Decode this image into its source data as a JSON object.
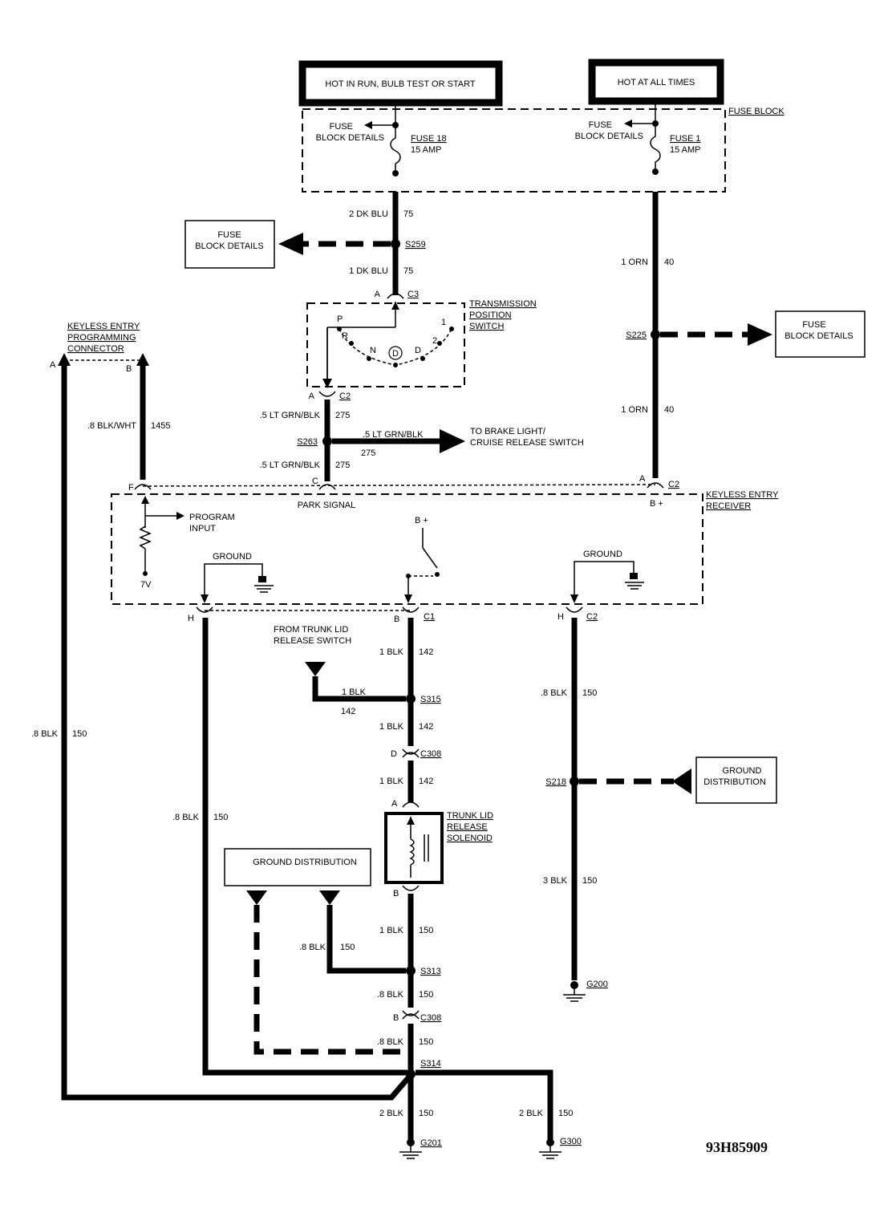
{
  "headers": {
    "hot_run": "HOT IN RUN, BULB TEST OR START",
    "hot_always": "HOT AT ALL TIMES"
  },
  "fuse_block": {
    "title": "FUSE BLOCK",
    "fuse18_name": "FUSE 18",
    "fuse18_amp": "15 AMP",
    "fuse1_name": "FUSE 1",
    "fuse1_amp": "15 AMP",
    "details_left": [
      "FUSE",
      "BLOCK DETAILS"
    ],
    "details_right": [
      "FUSE",
      "BLOCK DETAILS"
    ]
  },
  "side_boxes": {
    "fuse_left": [
      "FUSE",
      "BLOCK DETAILS"
    ],
    "fuse_right": [
      "FUSE",
      "BLOCK DETAILS"
    ],
    "ground_dist_right": [
      "GROUND",
      "DISTRIBUTION"
    ],
    "ground_dist_left": "GROUND DISTRIBUTION"
  },
  "wires": {
    "w_2dkblu": "2 DK BLU",
    "w_75a": "75",
    "w_1dkblu": "1 DK BLU",
    "w_75b": "75",
    "w_1orn_a": "1 ORN",
    "w_40a": "40",
    "w_1orn_b": "1 ORN",
    "w_40b": "40",
    "w_ltgrn_a": ".5 LT GRN/BLK",
    "w_275a": "275",
    "w_ltgrn_b": ".5 LT GRN/BLK",
    "w_275b": "275",
    "w_ltgrn_c": ".5 LT GRN/BLK",
    "w_275c": "275",
    "w_blkwht": ".8 BLK/WHT",
    "w_1455": "1455",
    "w_8blk_far": ".8 BLK",
    "w_150_far": "150",
    "w_8blk_h": ".8 BLK",
    "w_150_h": "150",
    "w_1blk_a": "1 BLK",
    "w_142a": "142",
    "w_1blk_b": "1 BLK",
    "w_142b": "142",
    "w_1blk_c": "1 BLK",
    "w_142c": "142",
    "w_1blk_d": "1 BLK",
    "w_142d": "142",
    "w_1blk_e": "1 BLK",
    "w_150e": "150",
    "w_8blk_f": ".8 BLK",
    "w_150f": "150",
    "w_8blk_g": ".8 BLK",
    "w_150g": "150",
    "w_8blk_h2": ".8 BLK",
    "w_150h2": "150",
    "w_8blk_r": ".8 BLK",
    "w_150r": "150",
    "w_3blk": "3 BLK",
    "w_150_3": "150",
    "w_2blk_a": "2 BLK",
    "w_150_2a": "150",
    "w_2blk_b": "2 BLK",
    "w_150_2b": "150"
  },
  "splices": {
    "s259": "S259",
    "s225": "S225",
    "s263": "S263",
    "s315": "S315",
    "s218": "S218",
    "s313": "S313",
    "s314": "S314"
  },
  "connectors": {
    "c3": "C3",
    "c2_top": "C2",
    "c2_recv": "C2",
    "c1": "C1",
    "c2_h": "C2",
    "c308_a": "C308",
    "c308_b": "C308",
    "pin_a_c3": "A",
    "pin_a_c2": "A",
    "pin_c": "C",
    "pin_f": "F",
    "pin_a_recv": "A",
    "pin_bplus": "B +",
    "pin_h_left": "H",
    "pin_b_c1": "B",
    "pin_h_right": "H",
    "pin_d": "D",
    "pin_a_sol": "A",
    "pin_b_sol": "B",
    "pin_b_c308": "B",
    "pin_a_prog": "A",
    "pin_b_prog": "B"
  },
  "components": {
    "trans_switch": [
      "TRANSMISSION",
      "POSITION",
      "SWITCH"
    ],
    "keyless_prog": [
      "KEYLESS ENTRY",
      "PROGRAMMING",
      "CONNECTOR"
    ],
    "keyless_recv": [
      "KEYLESS ENTRY",
      "RECEIVER"
    ],
    "park_signal": "PARK SIGNAL",
    "program_input": [
      "PROGRAM",
      "INPUT"
    ],
    "v7": "7V",
    "ground1": "GROUND",
    "ground2": "GROUND",
    "bplus": "B +",
    "trunk_switch": [
      "FROM TRUNK LID",
      "RELEASE SWITCH"
    ],
    "solenoid": [
      "TRUNK LID",
      "RELEASE",
      "SOLENOID"
    ],
    "brake_switch": [
      "TO BRAKE LIGHT/",
      "CRUISE RELEASE SWITCH"
    ],
    "gear_p": "P",
    "gear_r": "R",
    "gear_n": "N",
    "gear_d": "D",
    "gear_d2": "D",
    "gear_2": "2",
    "gear_1": "1"
  },
  "grounds": {
    "g201": "G201",
    "g300": "G300",
    "g200": "G200"
  },
  "figure_id": "93H85909"
}
